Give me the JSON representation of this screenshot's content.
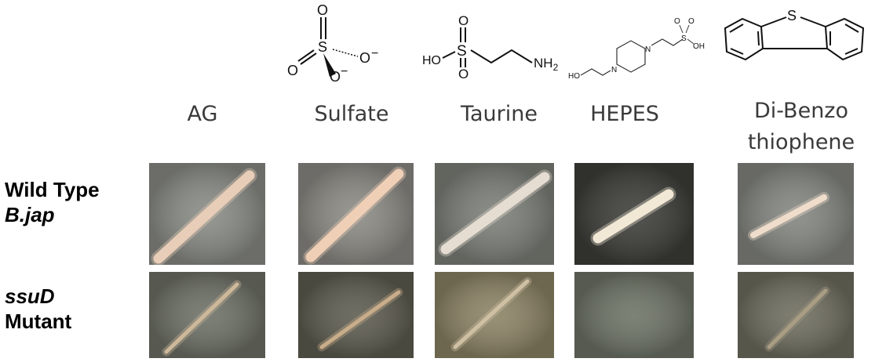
{
  "columns": [
    {
      "label": "AG",
      "structure": "none"
    },
    {
      "label": "Sulfate",
      "structure": "sulfate-structure"
    },
    {
      "label": "Taurine",
      "structure": "taurine-structure"
    },
    {
      "label": "HEPES",
      "structure": "hepes-structure"
    },
    {
      "label_line1": "Di-Benzo",
      "label_line2": "thiophene",
      "structure": "dibenzothiophene-structure"
    }
  ],
  "structures": {
    "sulfate": {
      "o_top": "O",
      "s": "S",
      "o_left": "O",
      "o_right": "O",
      "o_bottom": "O",
      "minus": "−"
    },
    "taurine": {
      "o_top": "O",
      "s": "S",
      "o_bottom": "O",
      "ho": "HO",
      "nh2": "NH",
      "nh2_sub": "2"
    },
    "hepes": {
      "ho": "HO",
      "n1": "N",
      "n2": "N",
      "s": "S",
      "o1": "O",
      "o2": "O",
      "oh": "OH"
    },
    "dibenzothiophene": {
      "s": "S"
    }
  },
  "rows": [
    {
      "line1": "Wild Type",
      "line2": "B.jap"
    },
    {
      "line1": "ssuD",
      "line2": "Mutant"
    }
  ],
  "photos": {
    "wild_type": [
      {
        "bg": "#8a8c86",
        "streak": "#e8cdb8",
        "growth": "heavy"
      },
      {
        "bg": "#8c8b85",
        "streak": "#efcfb6",
        "growth": "heavy"
      },
      {
        "bg": "#7d8079",
        "streak": "#e6ddd2",
        "growth": "heavy"
      },
      {
        "bg": "#3e3f3a",
        "streak": "#f2e8d6",
        "growth": "heavy"
      },
      {
        "bg": "#858781",
        "streak": "#efdcca",
        "growth": "moderate"
      }
    ],
    "mutant": [
      {
        "bg": "#6f7268",
        "streak": "#cdb89a",
        "growth": "light"
      },
      {
        "bg": "#5e5d51",
        "streak": "#c9ad8a",
        "growth": "light"
      },
      {
        "bg": "#8d8466",
        "streak": "#cfc0a3",
        "growth": "light"
      },
      {
        "bg": "#6e7467",
        "streak": "#747a6d",
        "growth": "none"
      },
      {
        "bg": "#6f6e60",
        "streak": "#a99d84",
        "growth": "light"
      }
    ]
  }
}
